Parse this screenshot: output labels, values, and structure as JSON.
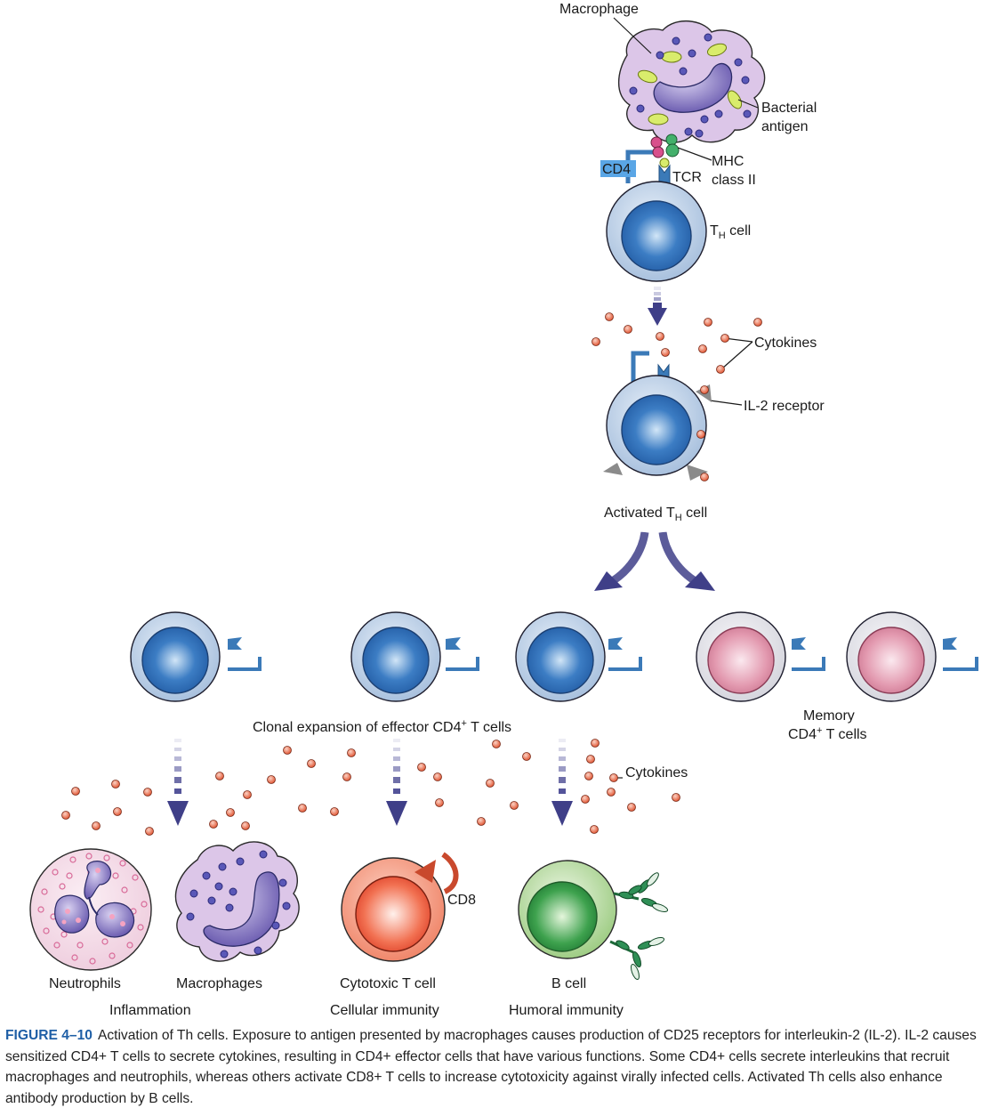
{
  "labels": {
    "macrophage": "Macrophage",
    "bacterial_antigen_1": "Bacterial",
    "bacterial_antigen_2": "antigen",
    "mhc_1": "MHC",
    "mhc_2": "class II",
    "cd4": "CD4",
    "tcr": "TCR",
    "th_cell_main": "T",
    "th_cell_sub": "H",
    "th_cell_rest": " cell",
    "cytokines_top": "Cytokines",
    "il2_receptor": "IL-2 receptor",
    "activated_main": "Activated T",
    "activated_sub": "H",
    "activated_rest": " cell",
    "clonal_main": "Clonal expansion of effector CD4",
    "clonal_sup": "+",
    "clonal_rest": " T cells",
    "memory_1": "Memory",
    "memory_2_main": "CD4",
    "memory_2_sup": "+",
    "memory_2_rest": " T cells",
    "cytokines_bottom": "Cytokines",
    "cd8": "CD8",
    "neutrophils": "Neutrophils",
    "macrophages": "Macrophages",
    "cytotoxic": "Cytotoxic T cell",
    "bcell": "B cell",
    "inflammation": "Inflammation",
    "cellular": "Cellular immunity",
    "humoral": "Humoral immunity"
  },
  "caption": {
    "label": "FIGURE 4–10",
    "text": "Activation of Th cells. Exposure to antigen presented by macrophages causes production of CD25 receptors for interleukin-2 (IL-2). IL-2 causes sensitized CD4+ T cells to secrete cytokines, resulting in CD4+ effector cells that have various functions. Some CD4+ cells secrete interleukins that recruit macrophages and neutrophils, whereas others activate CD8+ T cells to increase cytotoxicity against virally infected cells. Activated Th cells also enhance antibody production by B cells."
  },
  "colors": {
    "cell_outer": "#b9cde4",
    "cell_nucleus": "#2e6db4",
    "receptor": "#3b7ab8",
    "cd4_highlight": "#5aa6e6",
    "arrow": "#3f3f88",
    "cytokine": "#ea7b5e",
    "memory_outer": "#e2e2e8",
    "memory_nucleus": "#dd8aa2",
    "macrophage": "#d9c3e6",
    "cytotoxic": "#f39b84",
    "bcell": "#a9d38d",
    "caption_label": "#1f5fa6"
  }
}
